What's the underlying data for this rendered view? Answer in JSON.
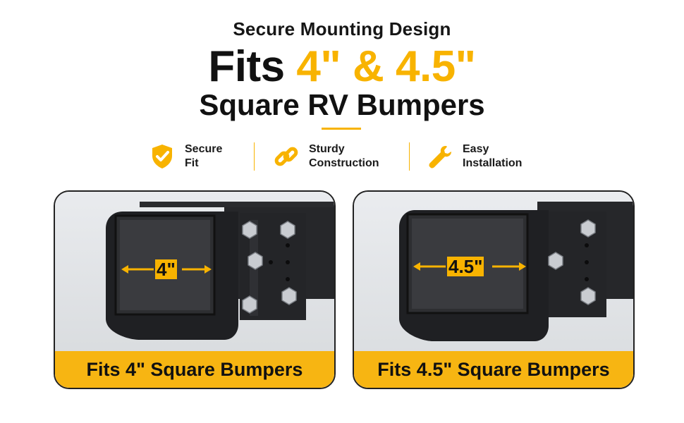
{
  "header": {
    "subtitle": "Secure Mounting Design",
    "title_prefix": "Fits",
    "title_highlight": "4\" & 4.5\"",
    "title_line2": "Square RV Bumpers"
  },
  "features": [
    {
      "icon": "shield-check-icon",
      "label": "Secure\nFit"
    },
    {
      "icon": "chain-link-icon",
      "label": "Sturdy\nConstruction"
    },
    {
      "icon": "wrench-icon",
      "label": "Easy\nInstallation"
    }
  ],
  "panels": [
    {
      "dimension": "4\"",
      "caption": "Fits 4\" Square Bumpers"
    },
    {
      "dimension": "4.5\"",
      "caption": "Fits 4.5\" Square Bumpers"
    }
  ],
  "colors": {
    "accent": "#f8b300",
    "caption_bg": "#f7b512",
    "text": "#111111",
    "steel": "#1e1f22"
  }
}
